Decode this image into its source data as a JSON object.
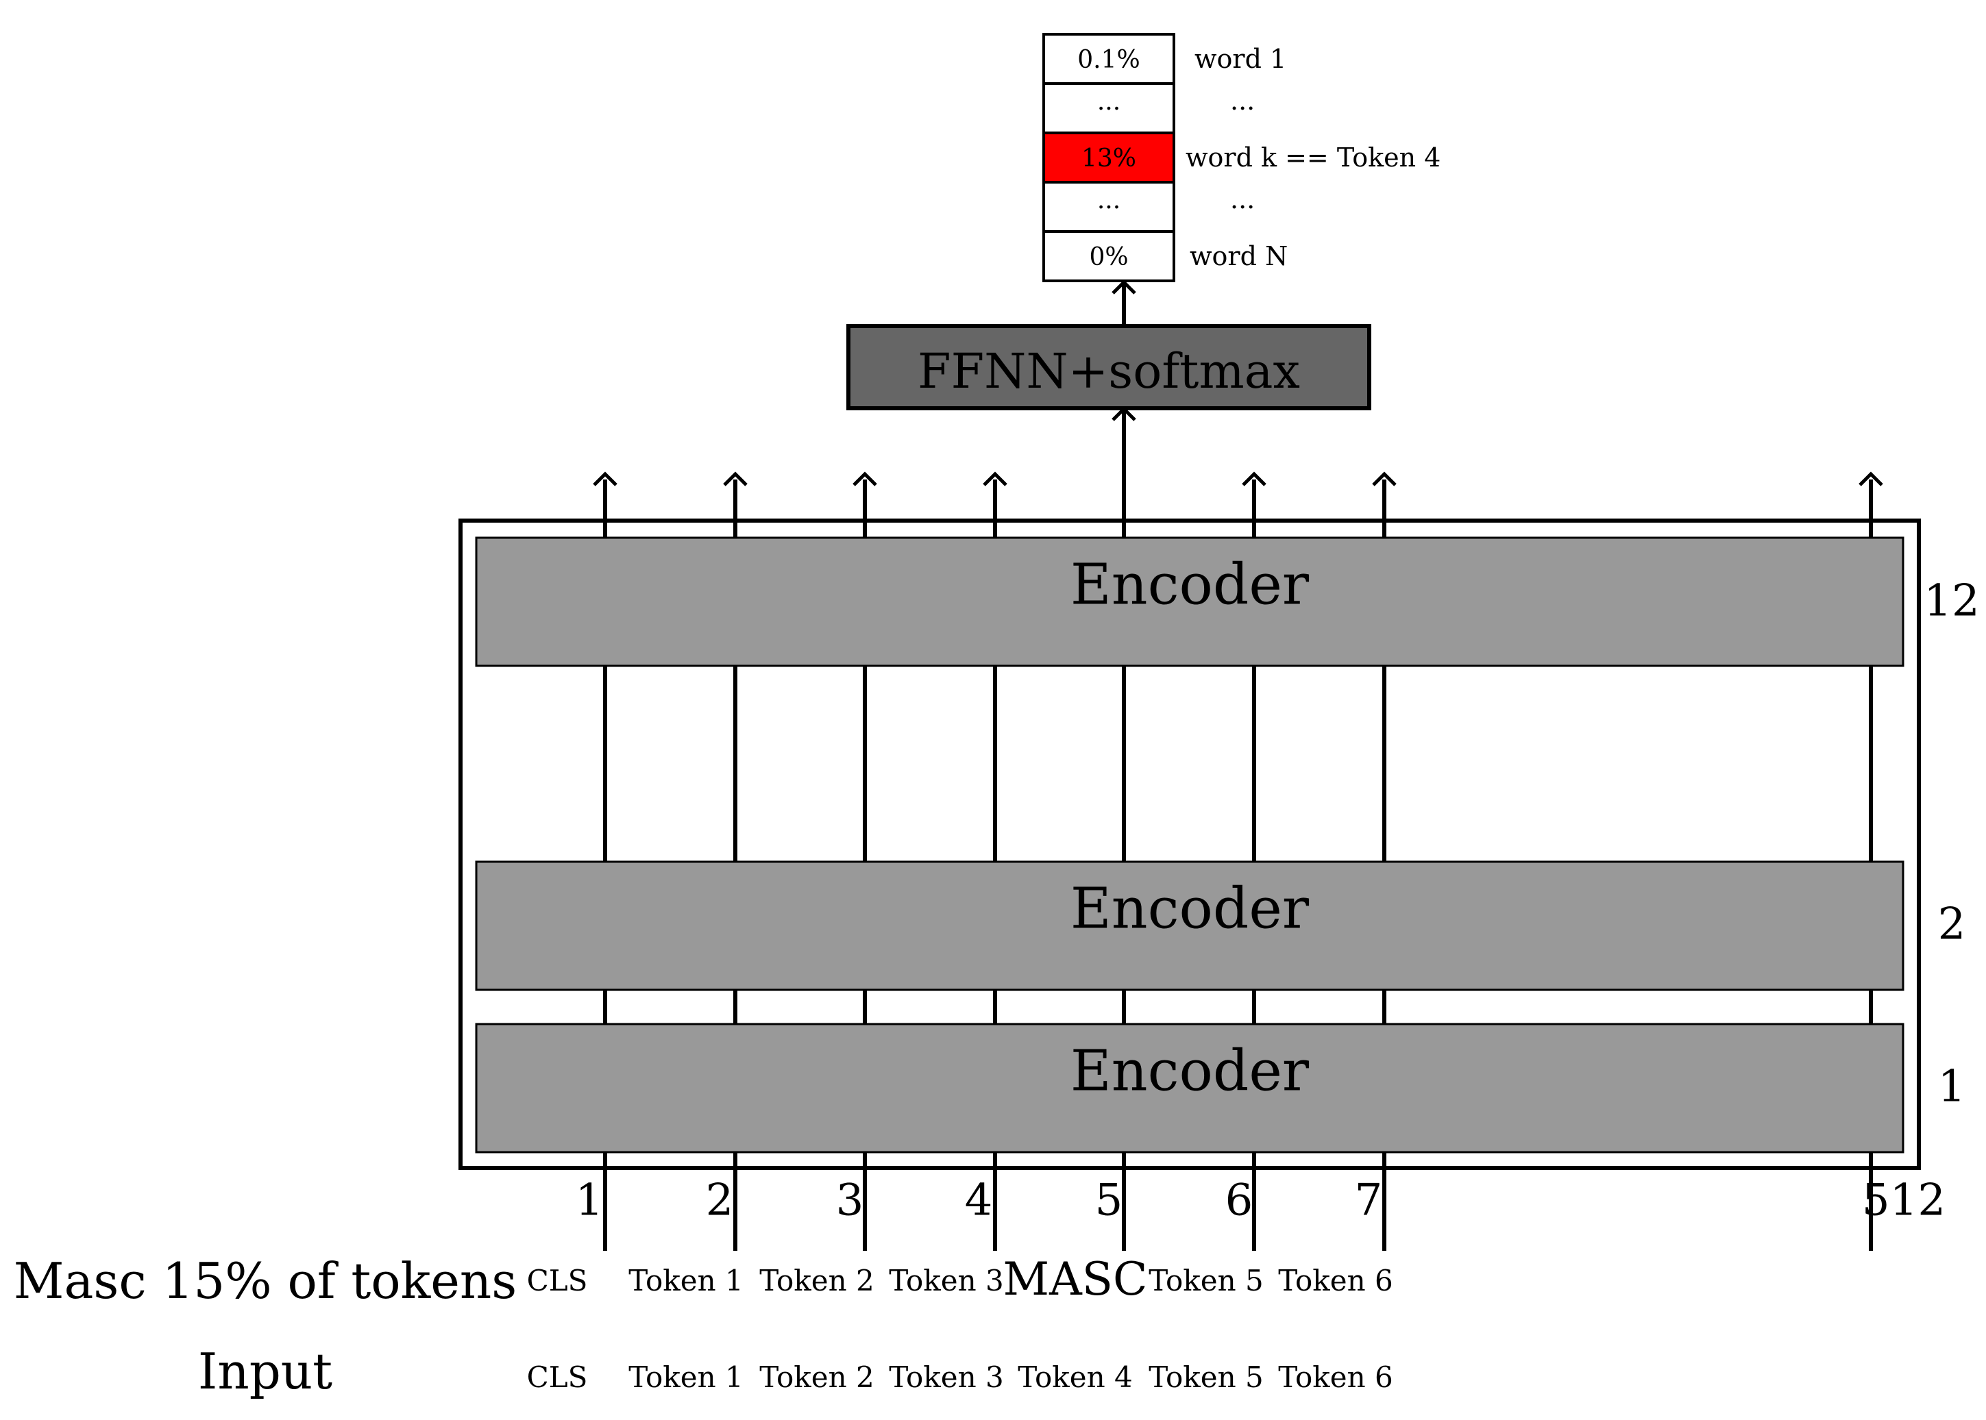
{
  "colors": {
    "encoder_fill": "#999999",
    "ffnn_fill": "#666666",
    "highlight": "#ff0000",
    "stroke": "#000000",
    "background": "#ffffff"
  },
  "output_table": {
    "rows": [
      {
        "prob": "0.1%",
        "label": "word 1",
        "highlighted": false
      },
      {
        "prob": "...",
        "label": "...",
        "highlighted": false
      },
      {
        "prob": "13%",
        "label": "word k == Token 4",
        "highlighted": true
      },
      {
        "prob": "...",
        "label": "...",
        "highlighted": false
      },
      {
        "prob": "0%",
        "label": "word N",
        "highlighted": false
      }
    ]
  },
  "ffnn": {
    "label": "FFNN+softmax"
  },
  "encoders": [
    {
      "label": "Encoder",
      "layer": "12"
    },
    {
      "label": "Encoder",
      "layer": "2"
    },
    {
      "label": "Encoder",
      "layer": "1"
    }
  ],
  "positions": [
    "1",
    "2",
    "3",
    "4",
    "5",
    "6",
    "7",
    "512"
  ],
  "masked_row": {
    "title": "Masc 15% of tokens",
    "tokens": [
      "CLS",
      "Token 1",
      "Token 2",
      "Token 3",
      "MASC",
      "Token 5",
      "Token 6"
    ]
  },
  "input_row": {
    "title": "Input",
    "tokens": [
      "CLS",
      "Token 1",
      "Token 2",
      "Token 3",
      "Token 4",
      "Token 5",
      "Token 6"
    ]
  }
}
